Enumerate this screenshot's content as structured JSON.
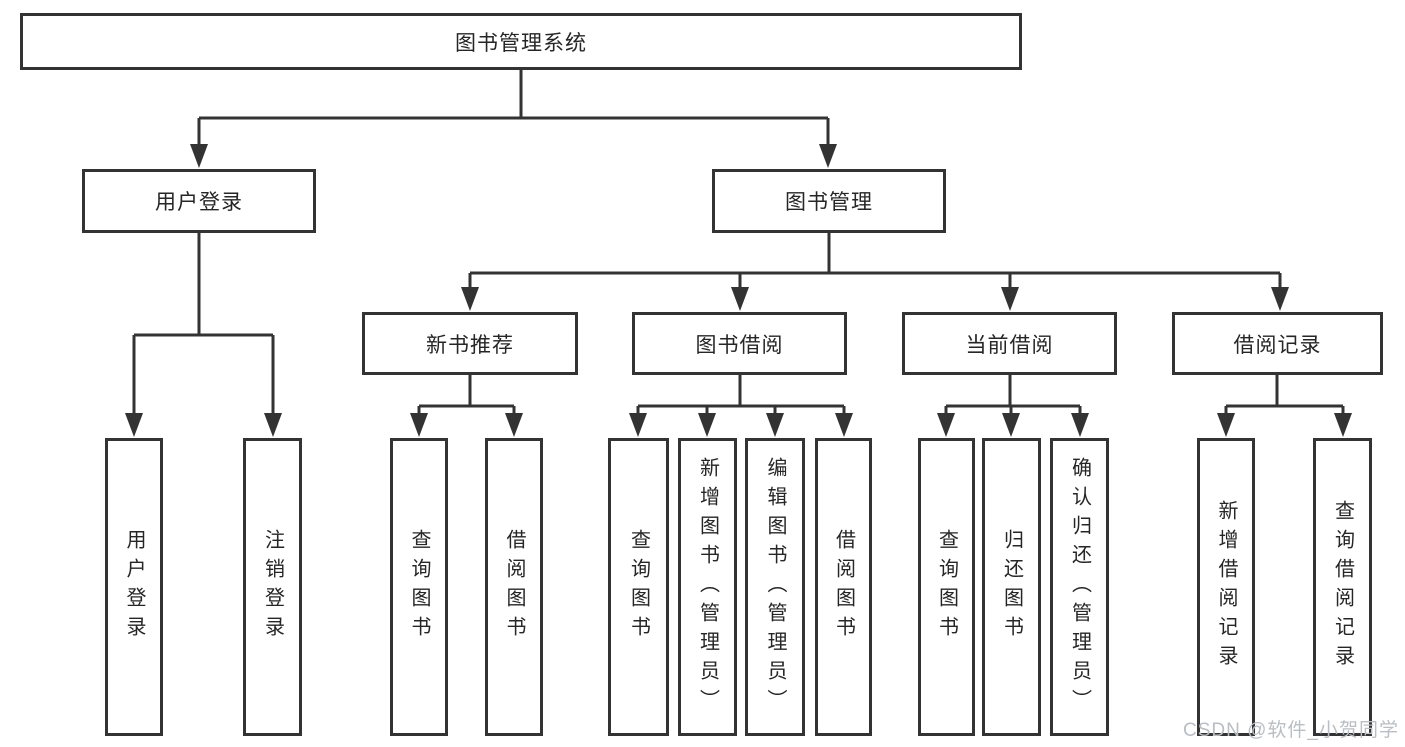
{
  "tree": {
    "label": "图书管理系统",
    "children": [
      {
        "label": "用户登录",
        "children": [
          {
            "label": "用户登录"
          },
          {
            "label": "注销登录"
          }
        ]
      },
      {
        "label": "图书管理",
        "children": [
          {
            "label": "新书推荐",
            "children": [
              {
                "label": "查询图书"
              },
              {
                "label": "借阅图书"
              }
            ]
          },
          {
            "label": "图书借阅",
            "children": [
              {
                "label": "查询图书"
              },
              {
                "label": "新增图书（管理员）"
              },
              {
                "label": "编辑图书（管理员）"
              },
              {
                "label": "借阅图书"
              }
            ]
          },
          {
            "label": "当前借阅",
            "children": [
              {
                "label": "查询图书"
              },
              {
                "label": "归还图书"
              },
              {
                "label": "确认归还（管理员）"
              }
            ]
          },
          {
            "label": "借阅记录",
            "children": [
              {
                "label": "新增借阅记录"
              },
              {
                "label": "查询借阅记录"
              }
            ]
          }
        ]
      }
    ]
  },
  "watermark": {
    "text": "CSDN @软件_小贺同学"
  },
  "colors": {
    "line": "#333333",
    "box_border": "#333333",
    "text": "#262626",
    "watermark": "#b9bec4",
    "background": "#ffffff"
  }
}
